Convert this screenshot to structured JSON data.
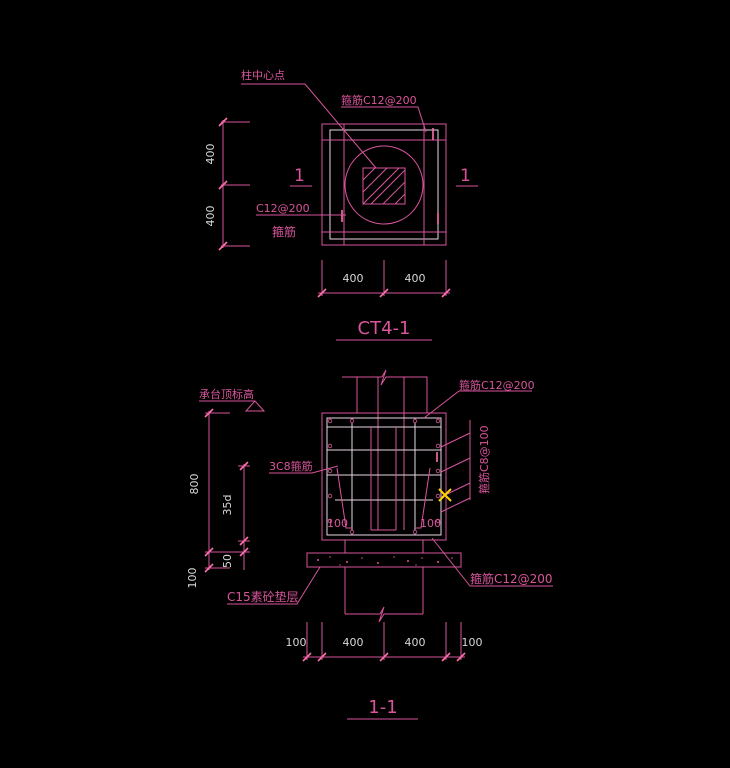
{
  "plan": {
    "title": "CT4-1",
    "column_center_label": "柱中心点",
    "stirrup_top_label": "箍筋C12@200",
    "rebar_label": "C12@200",
    "stirrup_label": "箍筋",
    "section_mark_left": "1",
    "section_mark_right": "1",
    "dim_left_top": "400",
    "dim_left_bottom": "400",
    "dim_bottom_left": "400",
    "dim_bottom_right": "400"
  },
  "section": {
    "title": "1-1",
    "cap_top_elev_label": "承台顶标高",
    "stirrup_top_label": "箍筋C12@200",
    "stirrup_side_label": "箍筋C8@100",
    "bar_3c8_label": "3C8箍筋",
    "stirrup_bottom_label": "箍筋C12@200",
    "pad_label": "C15素砼垫层",
    "dim_800": "800",
    "dim_35d": "35d",
    "dim_50": "50",
    "dim_100_left": "100",
    "inner_100_left": "100",
    "inner_100_right": "100",
    "dim_bottom": [
      "100",
      "400",
      "400",
      "100"
    ]
  },
  "colors": {
    "background": "#000000",
    "line": "#d9559b",
    "dim_text": "#d8d8d8",
    "marker": "#ffd400"
  }
}
